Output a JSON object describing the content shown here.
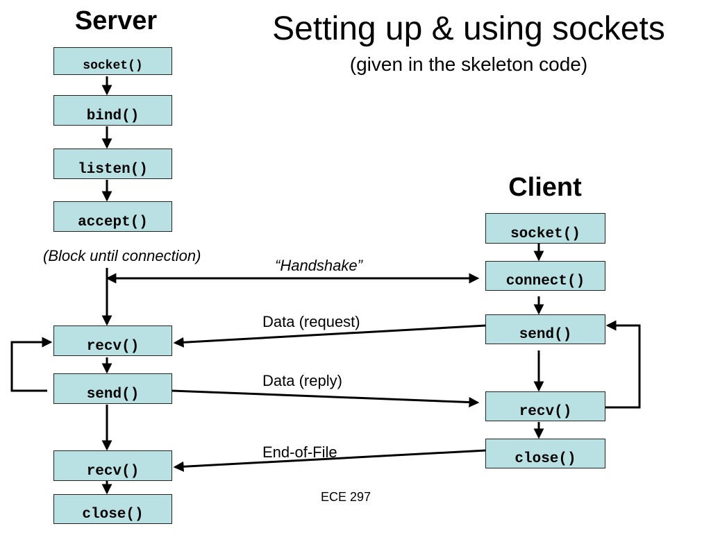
{
  "title": "Setting up & using sockets",
  "subtitle": "(given in the skeleton code)",
  "server": {
    "heading": "Server",
    "steps": [
      "socket()",
      "bind()",
      "listen()",
      "accept()",
      "recv()",
      "send()",
      "recv()",
      "close()"
    ]
  },
  "client": {
    "heading": "Client",
    "steps": [
      "socket()",
      "connect()",
      "send()",
      "recv()",
      "close()"
    ]
  },
  "labels": {
    "block": "(Block until connection)",
    "handshake": "“Handshake”",
    "request": "Data (request)",
    "reply": "Data (reply)",
    "eof": "End-of-File"
  },
  "footer": "ECE 297"
}
